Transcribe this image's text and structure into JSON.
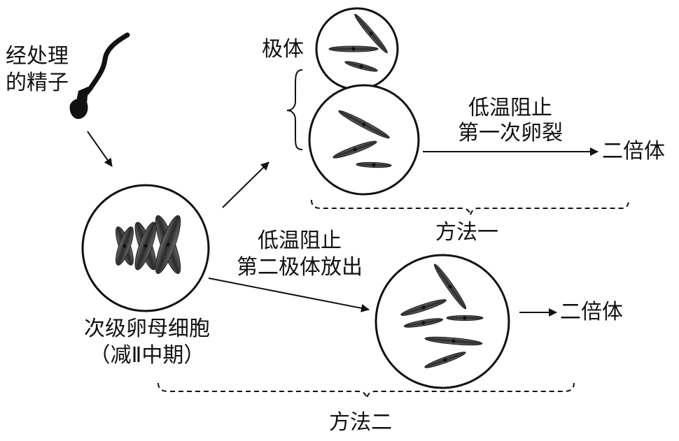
{
  "labels": {
    "sperm": [
      "经处理",
      "的精子"
    ],
    "polar_body": "极体",
    "method1_condition": [
      "低温阻止",
      "第一次卵裂"
    ],
    "diploid_1": "二倍体",
    "method1": "方法一",
    "method2_condition": [
      "低温阻止",
      "第二极体放出"
    ],
    "oocyte": [
      "次级卵母细胞",
      "（减Ⅱ中期）"
    ],
    "diploid_2": "二倍体",
    "method2": "方法二"
  },
  "colors": {
    "line": "#111111",
    "chromosome": "#3a3a3a"
  }
}
